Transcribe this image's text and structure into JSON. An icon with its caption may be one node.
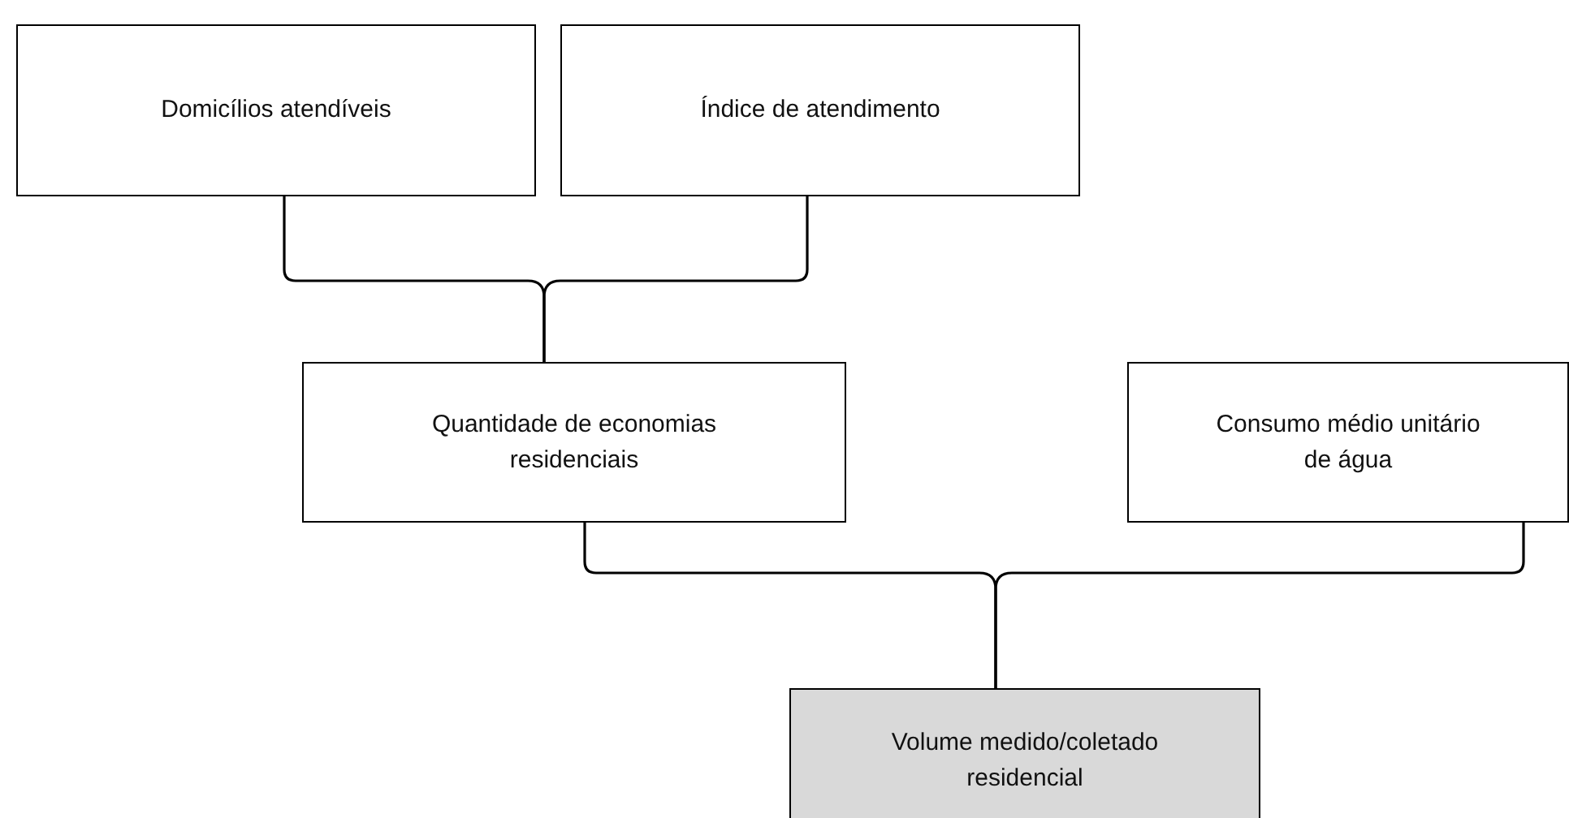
{
  "diagram": {
    "nodes": [
      {
        "text": [
          "Domicílios atendíveis"
        ]
      },
      {
        "text": [
          "Índice de atendimento"
        ]
      },
      {
        "text": [
          "Quantidade de economias residenciais"
        ]
      },
      {
        "text": [
          "Consumo médio unitário de água"
        ]
      },
      {
        "text": [
          "Volume medido/coletado residencial"
        ]
      }
    ],
    "edges": [
      {
        "from": 0,
        "to": 2,
        "arrow": "none"
      },
      {
        "from": 1,
        "to": 2,
        "arrow": "none"
      },
      {
        "from": 2,
        "to": 4,
        "arrow": "none"
      },
      {
        "from": 3,
        "to": 4,
        "arrow": "none"
      }
    ]
  }
}
